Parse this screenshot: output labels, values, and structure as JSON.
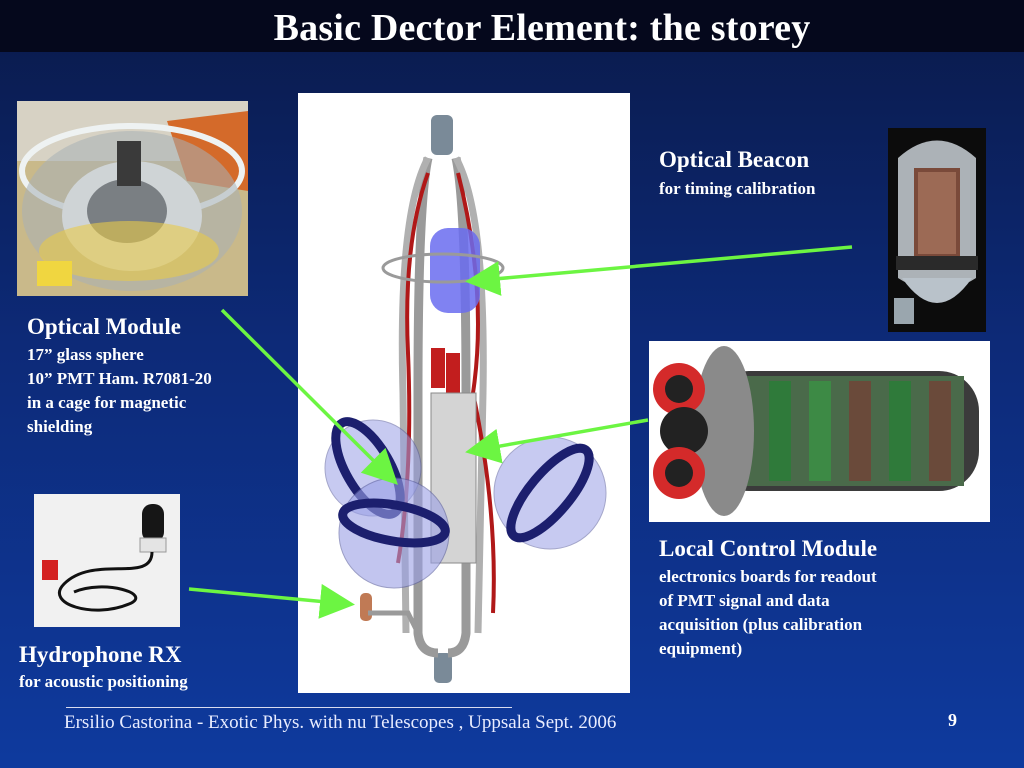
{
  "slide": {
    "title": "Basic Dector Element: the storey",
    "footer": "Ersilio Castorina - Exotic Phys. with nu Telescopes , Uppsala Sept. 2006",
    "page_number": "9"
  },
  "labels": {
    "optical_beacon": {
      "heading": "Optical Beacon",
      "lines": [
        "for timing calibration"
      ]
    },
    "optical_module": {
      "heading": "Optical Module",
      "lines": [
        "17”  glass sphere",
        "10” PMT  Ham. R7081-20",
        "in a cage for magnetic",
        "shielding"
      ]
    },
    "local_control_module": {
      "heading": "Local Control Module",
      "lines": [
        "electronics boards for readout",
        "of PMT signal and data",
        "acquisition (plus calibration",
        "equipment)"
      ]
    },
    "hydrophone": {
      "heading": "Hydrophone RX",
      "lines": [
        "for acoustic positioning"
      ]
    }
  },
  "colors": {
    "background_top": "#0a1a4a",
    "background_bottom": "#0e3a9e",
    "title_bar": "#05081c",
    "arrow": "#6cf542",
    "frame_grey": "#9a9a9a",
    "cable_red": "#b01818",
    "sphere_blue": "#9aa0e6",
    "ring_navy": "#1c1f6e"
  },
  "icons": {
    "arrows": "green-pointer-arrow"
  }
}
